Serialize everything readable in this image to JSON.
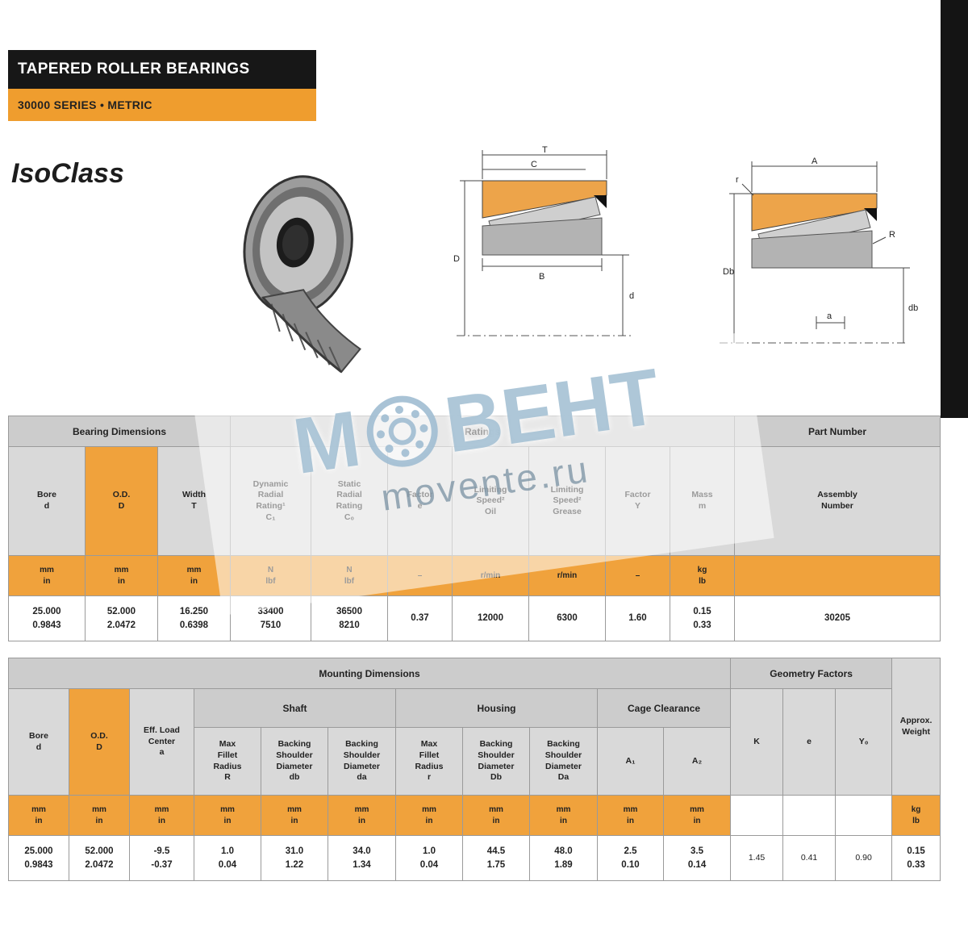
{
  "page": {
    "title_bar": "TAPERED ROLLER BEARINGS",
    "subtitle_bar": "30000 SERIES • METRIC",
    "series_title": "IsoClass"
  },
  "watermark": {
    "brand_prefix": "М",
    "brand_suffix": "ВЕНТ",
    "site": "movente.ru"
  },
  "diagram_left": {
    "labels": {
      "T": "T",
      "C": "C",
      "B": "B",
      "d": "d",
      "D": "D"
    }
  },
  "diagram_right": {
    "labels": {
      "A": "A",
      "a": "a",
      "r": "r",
      "R": "R",
      "db": "db",
      "Db": "Db"
    }
  },
  "table1": {
    "groups": {
      "dimensions": "Bearing Dimensions",
      "ratings": "Ratings",
      "part": "Part Number"
    },
    "headers": [
      "Bore\nd",
      "O.D.\nD",
      "Width\nT",
      "Dynamic\nRadial\nRating¹\nC₁",
      "Static\nRadial\nRating\nC₀",
      "Factor\ne",
      "Limiting\nSpeed²\nOil",
      "Limiting\nSpeed²\nGrease",
      "Factor\nY",
      "Mass\nm",
      "Assembly\nNumber"
    ],
    "units": [
      "mm\nin",
      "mm\nin",
      "mm\nin",
      "N\nlbf",
      "N\nlbf",
      "–",
      "r/min",
      "r/min",
      "–",
      "kg\nlb",
      ""
    ],
    "rows": [
      [
        "25.000\n0.9843",
        "52.000\n2.0472",
        "16.250\n0.6398",
        "33400\n7510",
        "36500\n8210",
        "0.37",
        "12000",
        "6300",
        "1.60",
        "0.15\n0.33",
        "30205"
      ]
    ]
  },
  "table2": {
    "groups": {
      "mounting": "Mounting Dimensions",
      "shaft": "Shaft",
      "housing": "Housing",
      "cage": "Cage Clearance",
      "factors": "Geometry Factors",
      "weight": "Approx.\nWeight"
    },
    "headers": [
      "Bore\nd",
      "O.D.\nD",
      "Eff. Load\nCenter\na",
      "Max\nFillet\nRadius\nR",
      "Backing\nShoulder\nDiameter\ndb",
      "Backing\nShoulder\nDiameter\nda",
      "Max\nFillet\nRadius\nr",
      "Backing\nShoulder\nDiameter\nDb",
      "Backing\nShoulder\nDiameter\nDa",
      "A₁",
      "A₂",
      "K",
      "e",
      "Y₀"
    ],
    "units": [
      "mm\nin",
      "mm\nin",
      "mm\nin",
      "mm\nin",
      "mm\nin",
      "mm\nin",
      "mm\nin",
      "mm\nin",
      "mm\nin",
      "mm\nin",
      "mm\nin",
      "",
      "",
      "",
      "kg\nlb"
    ],
    "rows": [
      [
        "25.000\n0.9843",
        "52.000\n2.0472",
        "-9.5\n-0.37",
        "1.0\n0.04",
        "31.0\n1.22",
        "34.0\n1.34",
        "1.0\n0.04",
        "44.5\n1.75",
        "48.0\n1.89",
        "2.5\n0.10",
        "3.5\n0.14",
        "1.45",
        "0.41",
        "0.90",
        "0.15\n0.33"
      ]
    ]
  }
}
